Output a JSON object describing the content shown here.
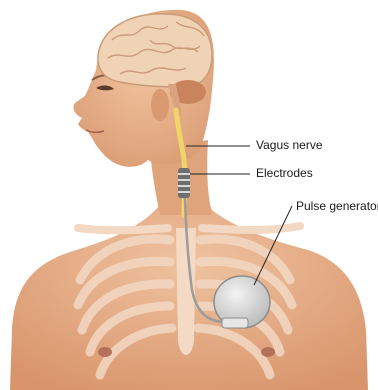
{
  "labels": {
    "vagus_nerve": "Vagus nerve",
    "electrodes": "Electrodes",
    "pulse_generator": "Pulse generator"
  },
  "colors": {
    "skin": "#e9b58d",
    "skin_shadow": "#c98b66",
    "brain": "#f0d2b4",
    "brain_fold": "#c99b7a",
    "cerebellum": "#c9835d",
    "nerve": "#f1d46a",
    "ribcage": "#f2d3bd",
    "device": "#dcdcdc",
    "lead_wire": "#9c9c9c",
    "leader_line": "#222222"
  }
}
